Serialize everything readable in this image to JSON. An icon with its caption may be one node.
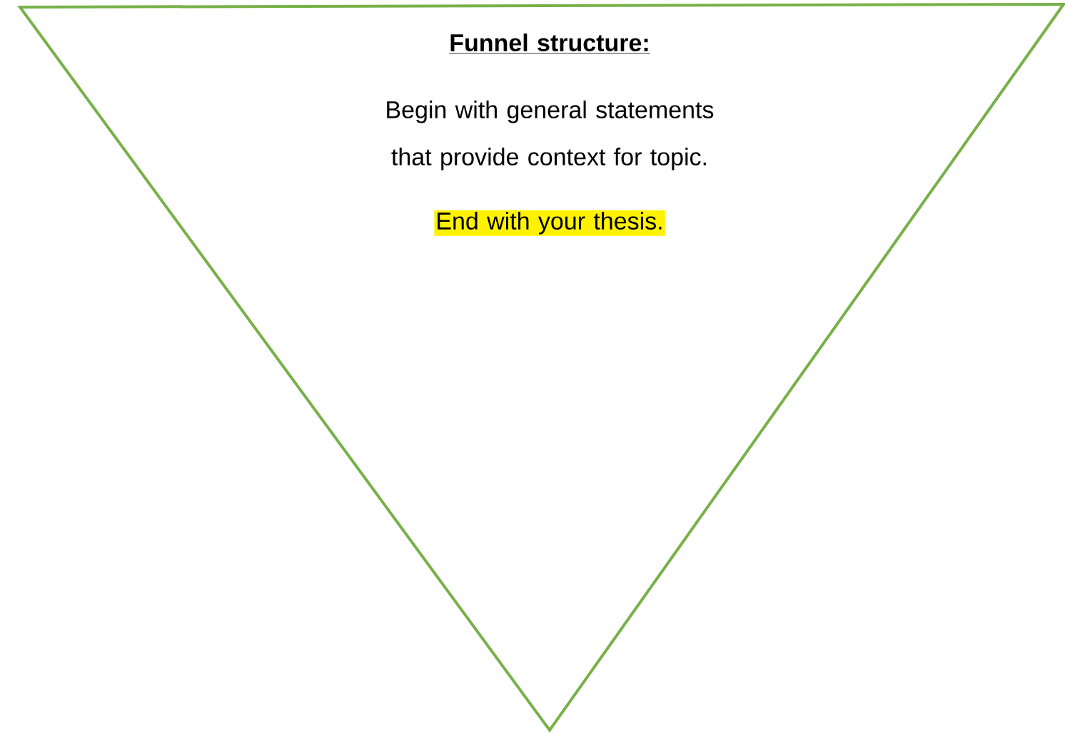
{
  "diagram": {
    "nodes": [
      {
        "text": [
          "Funnel structure:",
          "Begin with general statements that provide context for topic.",
          "End with your thesis."
        ]
      }
    ]
  }
}
